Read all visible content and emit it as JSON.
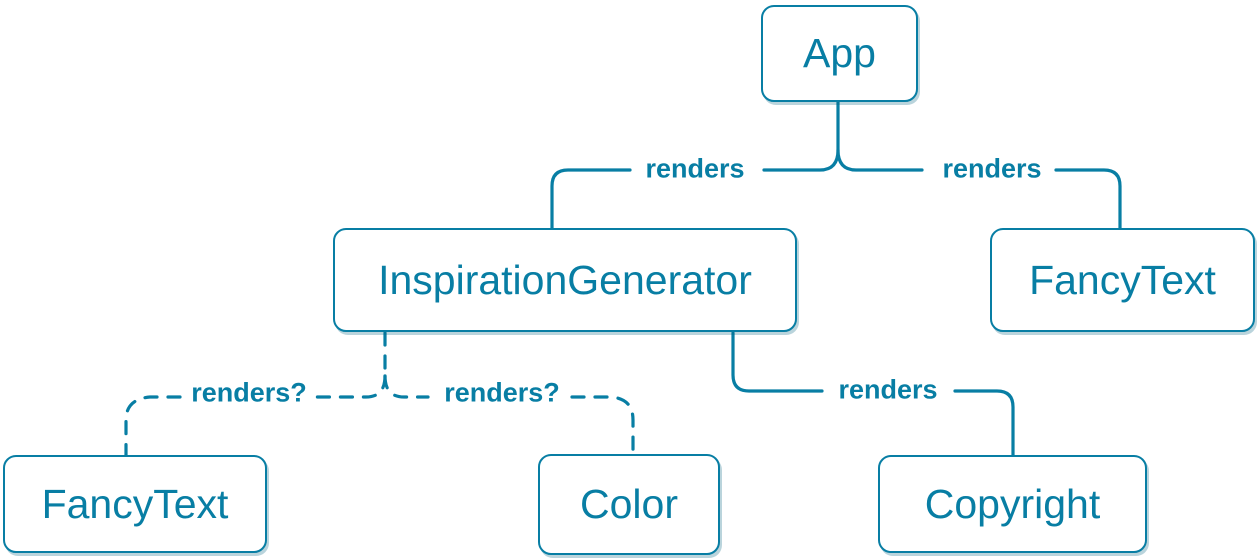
{
  "diagram": {
    "colors": {
      "accent": "#087ea4",
      "node_fill": "#ffffff",
      "background": "#ffffff"
    },
    "nodes": {
      "app": {
        "label": "App"
      },
      "inspiration_generator": {
        "label": "InspirationGenerator"
      },
      "fancy_text_top": {
        "label": "FancyText"
      },
      "fancy_text_bottom": {
        "label": "FancyText"
      },
      "color": {
        "label": "Color"
      },
      "copyright": {
        "label": "Copyright"
      }
    },
    "edges": {
      "app_to_inspiration_generator": {
        "from": "App",
        "to": "InspirationGenerator",
        "label": "renders",
        "style": "solid"
      },
      "app_to_fancy_text": {
        "from": "App",
        "to": "FancyText",
        "label": "renders",
        "style": "solid"
      },
      "inspiration_generator_to_fancy_text": {
        "from": "InspirationGenerator",
        "to": "FancyText",
        "label": "renders?",
        "style": "dashed"
      },
      "inspiration_generator_to_color": {
        "from": "InspirationGenerator",
        "to": "Color",
        "label": "renders?",
        "style": "dashed"
      },
      "inspiration_generator_to_copyright": {
        "from": "InspirationGenerator",
        "to": "Copyright",
        "label": "renders",
        "style": "solid"
      }
    }
  }
}
